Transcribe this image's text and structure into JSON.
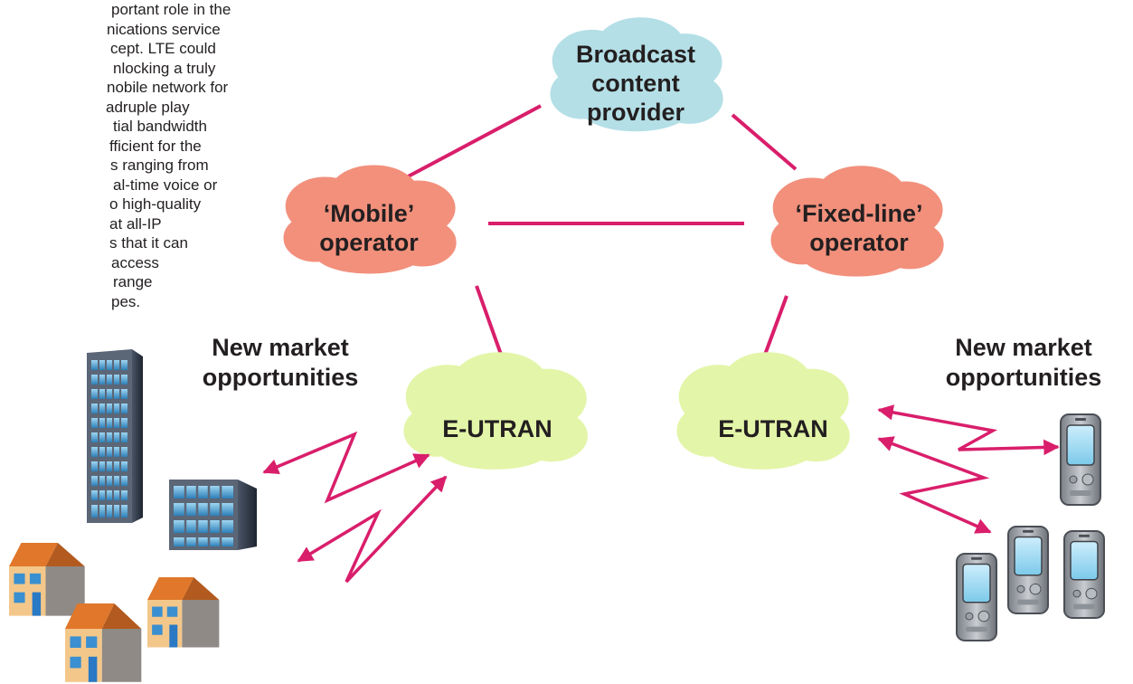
{
  "paragraph_lines": [
    "portant role in the",
    "nications service",
    "cept. LTE could",
    "nlocking a truly",
    "nobile network for",
    "adruple play",
    "tial bandwidth",
    "fficient for the",
    "s ranging from",
    "al-time voice or",
    "o high-quality",
    "at all-IP",
    "s that it can",
    "access",
    "range",
    "pes."
  ],
  "clouds": {
    "broadcast": {
      "line1": "Broadcast",
      "line2": "content",
      "line3": "provider",
      "color": "#b4dfe6"
    },
    "mobile": {
      "line1": "‘Mobile’",
      "line2": "operator",
      "color": "#f2907c"
    },
    "fixed": {
      "line1": "‘Fixed-line’",
      "line2": "operator",
      "color": "#f2907c"
    },
    "eutran_left": {
      "label": "E-UTRAN",
      "color": "#e3f5a8"
    },
    "eutran_right": {
      "label": "E-UTRAN",
      "color": "#e3f5a8"
    }
  },
  "market_left": {
    "line1": "New market",
    "line2": "opportunities"
  },
  "market_right": {
    "line1": "New market",
    "line2": "opportunities"
  },
  "link_color": "#d91e6b"
}
